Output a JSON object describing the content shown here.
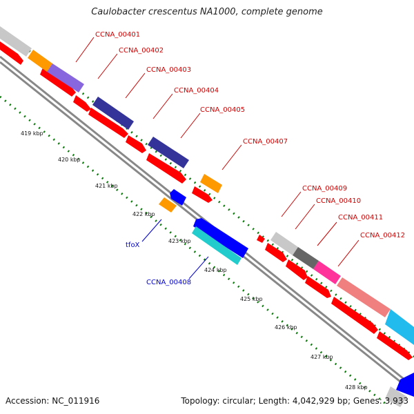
{
  "title": "Caulobacter crescentus NA1000, complete genome",
  "footer": {
    "accession": "Accession: NC_011916",
    "stats": "Topology: circular; Length: 4,042,929 bp; Genes: 3,933"
  },
  "colors": {
    "forward_label": "#cc0000",
    "reverse_label": "#0000cc",
    "backbone": "#888888",
    "gc_dots": "#0a7a0a",
    "cds_red": "#ff0000",
    "cds_blue": "#0000ff"
  },
  "ticks": [
    {
      "label": "419 kbp"
    },
    {
      "label": "420 kbp"
    },
    {
      "label": "421 kbp"
    },
    {
      "label": "422 kbp"
    },
    {
      "label": "423 kbp"
    },
    {
      "label": "424 kbp"
    },
    {
      "label": "425 kbp"
    },
    {
      "label": "426 kbp"
    },
    {
      "label": "427 kbp"
    },
    {
      "label": "428 kbp"
    }
  ],
  "forward_genes": [
    {
      "label": "CCNA_00401"
    },
    {
      "label": "CCNA_00402"
    },
    {
      "label": "CCNA_00403"
    },
    {
      "label": "CCNA_00404"
    },
    {
      "label": "CCNA_00405"
    },
    {
      "label": "CCNA_00407"
    },
    {
      "label": "CCNA_00409"
    },
    {
      "label": "CCNA_00410"
    },
    {
      "label": "CCNA_00411"
    },
    {
      "label": "CCNA_00412"
    }
  ],
  "reverse_genes": [
    {
      "label": "tfoX"
    },
    {
      "label": "CCNA_00408"
    }
  ]
}
